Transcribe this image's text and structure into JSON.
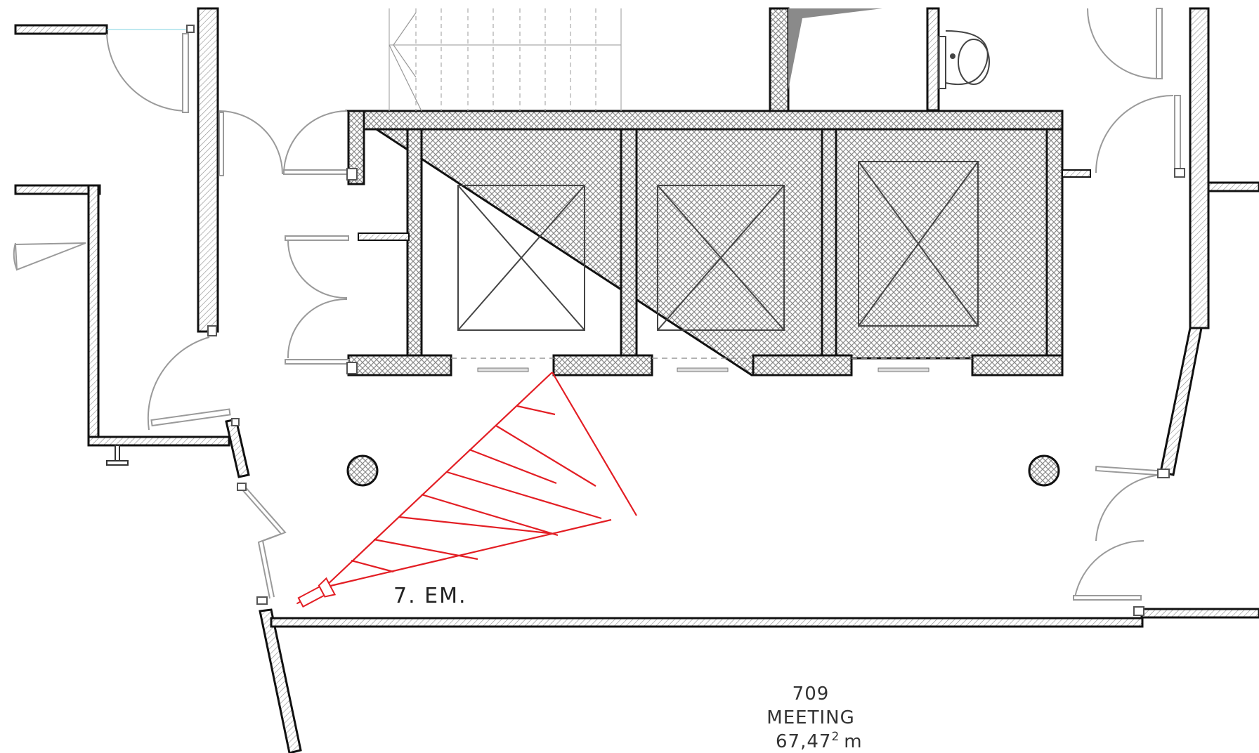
{
  "labels": {
    "camera": "7.  EM.",
    "room_number": "709",
    "room_name": "MEETING",
    "room_area": "67,47",
    "room_area_sup": "2",
    "room_area_unit": "m"
  },
  "colors": {
    "wall_stroke": "#111111",
    "wall_hatch": "#9a9a9a",
    "door": "#9a9a9a",
    "elevator_lines": "#444444",
    "camera_red": "#e31e24",
    "text": "#333333"
  },
  "icons": {
    "camera": "security-camera-icon",
    "elevator": "elevator-shaft-icon",
    "column": "round-column-icon",
    "sink": "washbasin-icon"
  }
}
